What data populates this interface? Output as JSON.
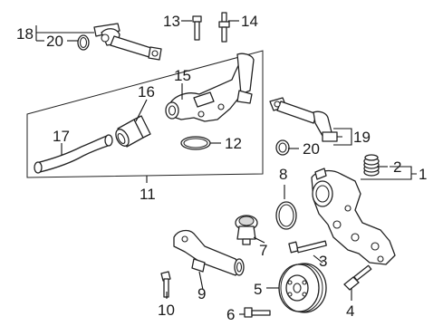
{
  "callouts": [
    {
      "id": "c1",
      "text": "1"
    },
    {
      "id": "c2",
      "text": "2"
    },
    {
      "id": "c3",
      "text": "3"
    },
    {
      "id": "c4",
      "text": "4"
    },
    {
      "id": "c5",
      "text": "5"
    },
    {
      "id": "c6",
      "text": "6"
    },
    {
      "id": "c7",
      "text": "7"
    },
    {
      "id": "c8",
      "text": "8"
    },
    {
      "id": "c9",
      "text": "9"
    },
    {
      "id": "c10",
      "text": "10"
    },
    {
      "id": "c11",
      "text": "11"
    },
    {
      "id": "c12",
      "text": "12"
    },
    {
      "id": "c13",
      "text": "13"
    },
    {
      "id": "c14",
      "text": "14"
    },
    {
      "id": "c15",
      "text": "15"
    },
    {
      "id": "c16",
      "text": "16"
    },
    {
      "id": "c17",
      "text": "17"
    },
    {
      "id": "c18",
      "text": "18"
    },
    {
      "id": "c19",
      "text": "19"
    },
    {
      "id": "c20a",
      "text": "20"
    },
    {
      "id": "c20b",
      "text": "20"
    }
  ]
}
